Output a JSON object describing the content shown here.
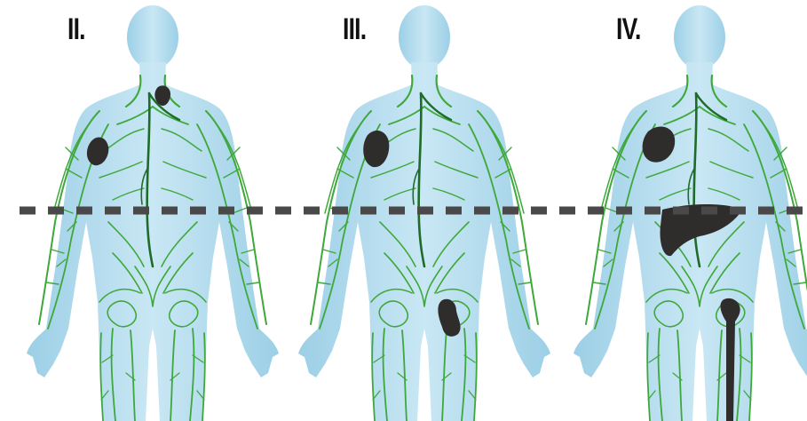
{
  "colors": {
    "background": "#ffffff",
    "body": "#bfe1f0",
    "body_shade": "#8ec7e3",
    "lymph": "#3fa83a",
    "lymph_dark": "#1f6b2a",
    "lesion": "#2f2c2c",
    "divider": "#4a4848"
  },
  "panels": [
    {
      "label": "II.",
      "lesions": [
        "axillary-node",
        "cervical-node"
      ]
    },
    {
      "label": "III.",
      "lesions": [
        "axillary-node",
        "pelvic-node"
      ]
    },
    {
      "label": "IV.",
      "lesions": [
        "axillary-node",
        "liver",
        "femur"
      ]
    }
  ],
  "divider_style": "dashed"
}
